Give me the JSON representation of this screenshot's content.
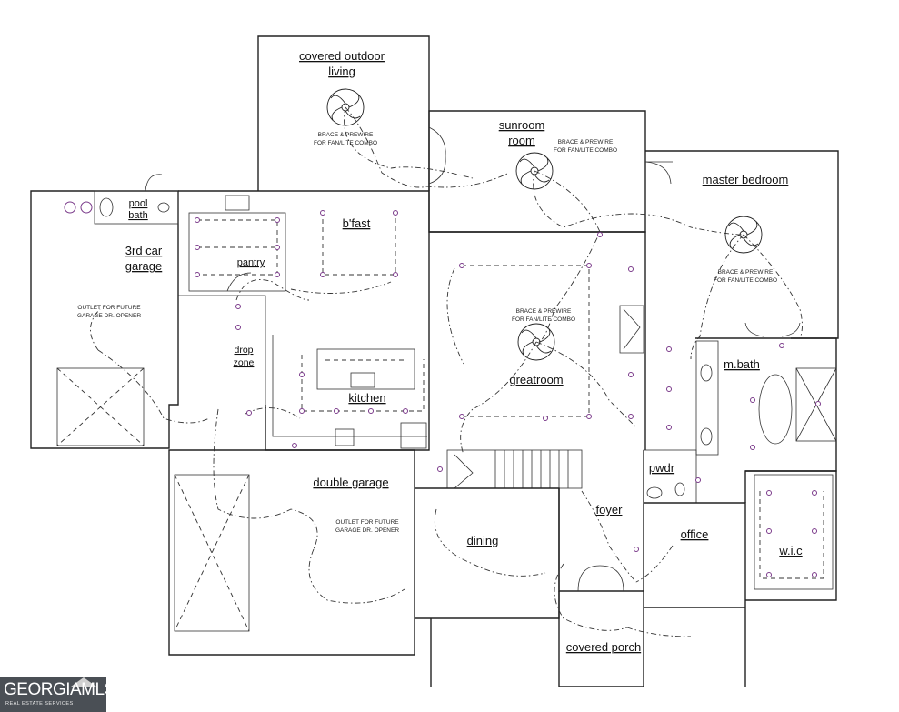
{
  "rooms": {
    "covered_outdoor_living_1": "covered outdoor",
    "covered_outdoor_living_2": "living",
    "sunroom_1": "sunroom",
    "sunroom_2": "room",
    "master_bedroom": "master bedroom",
    "pool_bath_1": "pool",
    "pool_bath_2": "bath",
    "third_car_garage_1": "3rd car",
    "third_car_garage_2": "garage",
    "bfast": "b'fast",
    "pantry": "pantry",
    "drop_zone_1": "drop",
    "drop_zone_2": "zone",
    "kitchen": "kitchen",
    "greatroom": "greatroom",
    "m_bath": "m.bath",
    "double_garage": "double garage",
    "pwdr": "pwdr",
    "foyer": "foyer",
    "dining": "dining",
    "office": "office",
    "wic": "w.i.c",
    "covered_porch": "covered porch"
  },
  "notes": {
    "fan_note_outdoor_1": "BRACE & PREWIRE",
    "fan_note_outdoor_2": "FOR FAN/LITE COMBO",
    "fan_note_sunroom_1": "BRACE & PREWIRE",
    "fan_note_sunroom_2": "FOR FAN/LITE COMBO",
    "fan_note_master_1": "BRACE & PREWIRE",
    "fan_note_master_2": "FOR FAN/LITE COMBO",
    "fan_note_great_1": "BRACE & PREWIRE",
    "fan_note_great_2": "FOR FAN/LITE COMBO",
    "outlet_note_3rd_1": "OUTLET FOR FUTURE",
    "outlet_note_3rd_2": "GARAGE DR. OPENER",
    "outlet_note_double_1": "OUTLET FOR FUTURE",
    "outlet_note_double_2": "GARAGE DR. OPENER"
  },
  "logo": {
    "brand": "GEORGIAMLS",
    "tagline": "REAL ESTATE SERVICES"
  },
  "colors": {
    "line": "#222222",
    "fixture": "#7a3a8a",
    "logo_bg": "#4a4f55"
  }
}
